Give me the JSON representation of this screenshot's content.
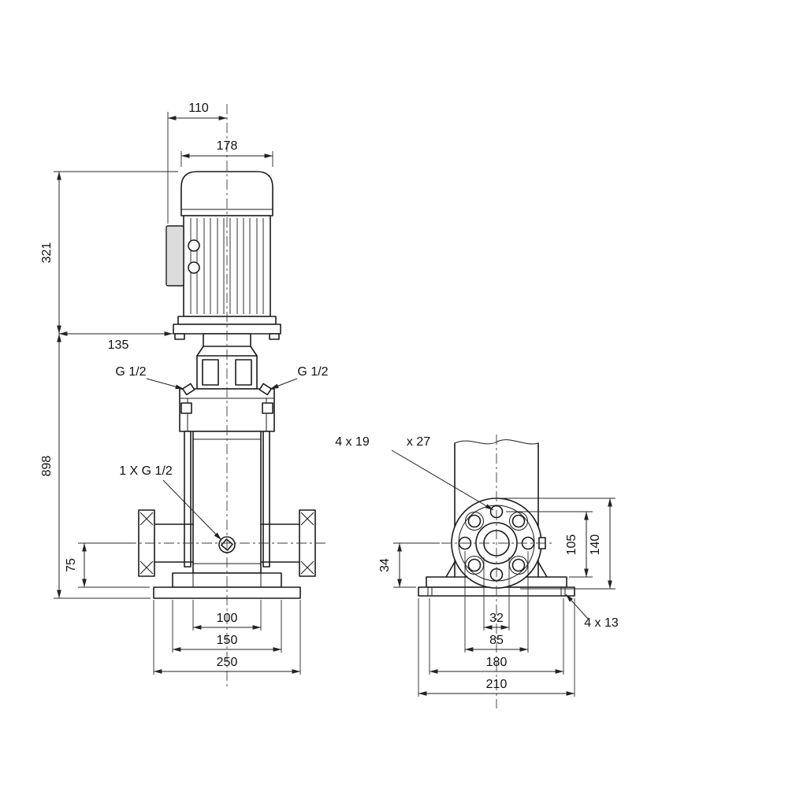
{
  "colors": {
    "line": "#1c1c1c",
    "background": "#ffffff",
    "dimension": "#222222"
  },
  "front_view": {
    "dim_110": "110",
    "dim_178": "178",
    "dim_321": "321",
    "dim_898": "898",
    "dim_135": "135",
    "dim_75": "75",
    "dim_100": "100",
    "dim_150": "150",
    "dim_250": "250",
    "plug_left": "G 1/2",
    "plug_right": "G 1/2",
    "drain": "1 X G 1/2"
  },
  "side_view": {
    "flange_holes": "4 x 19",
    "flange_counterbore": "x 27",
    "dim_34": "34",
    "dim_105": "105",
    "dim_140": "140",
    "dim_32": "32",
    "dim_85": "85",
    "dim_180": "180",
    "dim_210": "210",
    "base_holes": "4 x 13"
  }
}
